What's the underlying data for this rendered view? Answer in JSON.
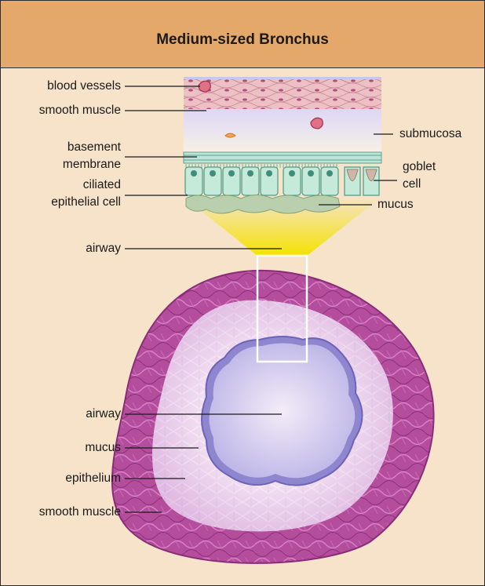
{
  "title": "Medium-sized Bronchus",
  "labels": {
    "blood_vessels": "blood vessels",
    "smooth_muscle_top": "smooth muscle",
    "submucosa": "submucosa",
    "basement_membrane_1": "basement",
    "basement_membrane_2": "membrane",
    "goblet_cell_1": "goblet",
    "goblet_cell_2": "cell",
    "ciliated_cell_1": "ciliated",
    "ciliated_cell_2": "epithelial cell",
    "mucus_top": "mucus",
    "airway_top": "airway",
    "airway_bottom": "airway",
    "mucus_bottom": "mucus",
    "epithelium": "epithelium",
    "smooth_muscle_bottom": "smooth muscle"
  },
  "colors": {
    "header": "#e4a96a",
    "background": "#f6e3c9",
    "muscle": "#b04a9a",
    "epithelium": "#e8c8ea",
    "lumen": "#cfc8ee",
    "highlight": "#f3e500"
  }
}
